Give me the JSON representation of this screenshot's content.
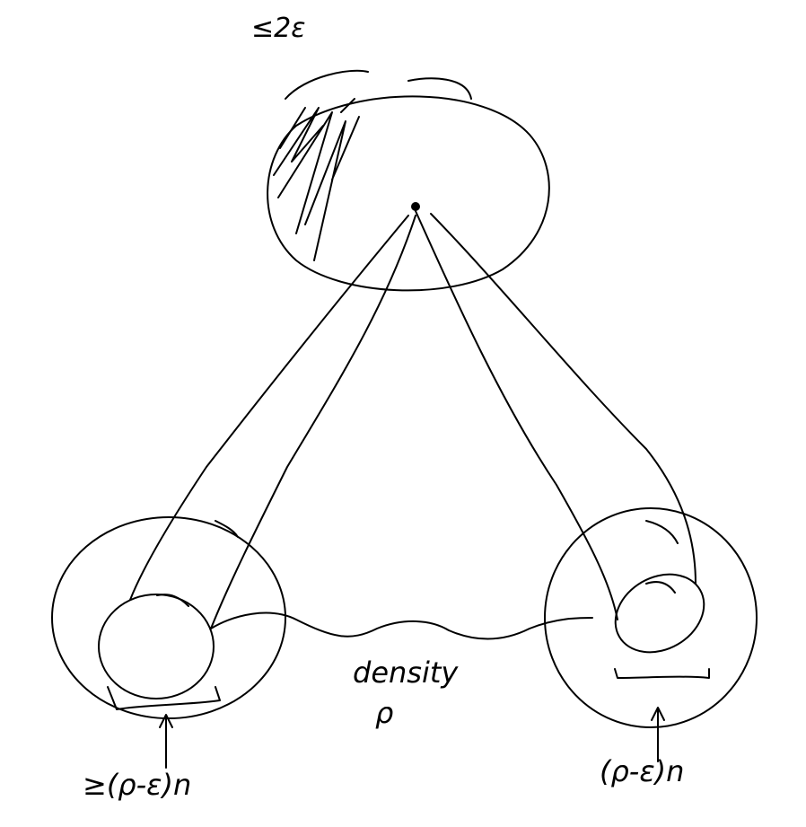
{
  "labels": {
    "top_bound": "≤2ε",
    "edge_density": "density",
    "edge_density_symbol": "ρ",
    "left_set_size": "≥(ρ-ε)n",
    "right_set_size": "(ρ-ε)n"
  },
  "colors": {
    "ink": "#000000",
    "background": "#ffffff"
  }
}
